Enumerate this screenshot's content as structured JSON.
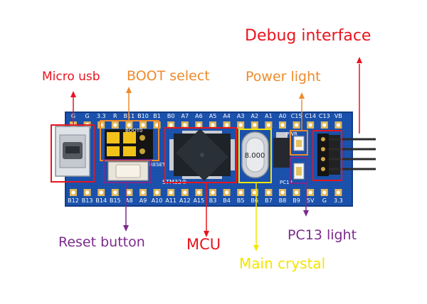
{
  "labels": {
    "debug_interface": "Debug interface",
    "micro_usb": "Micro usb",
    "boot_select": "BOOT select",
    "power_light": "Power light",
    "reset_button": "Reset button",
    "mcu": "MCU",
    "pc13_light": "PC13 light",
    "main_crystal": "Main crystal"
  },
  "board": {
    "top_pins": [
      "G",
      "G",
      "3.3",
      "R",
      "B11",
      "B10",
      "B1",
      "B0",
      "A7",
      "A6",
      "A5",
      "A4",
      "A3",
      "A2",
      "A1",
      "A0",
      "C15",
      "C14",
      "C13",
      "VB"
    ],
    "bottom_pins": [
      "B12",
      "B13",
      "B14",
      "B15",
      "A8",
      "A9",
      "A10",
      "A11",
      "A12",
      "A15",
      "B3",
      "B4",
      "B5",
      "B6",
      "B7",
      "B8",
      "B9",
      "5V",
      "G",
      "3.3"
    ],
    "crystal_value": "8.000",
    "silk_boot": "BOOT0",
    "silk_reset": "RESET",
    "silk_chip": "STM32®",
    "silk_pwr": "PWR",
    "silk_pc13": "PC13"
  },
  "colors": {
    "red": "#e8141e",
    "orange": "#ef8a2b",
    "purple": "#7b2a8c",
    "yellow": "#f5e400",
    "pcb": "#1a4fa8",
    "pcb_edge": "#123c86"
  }
}
